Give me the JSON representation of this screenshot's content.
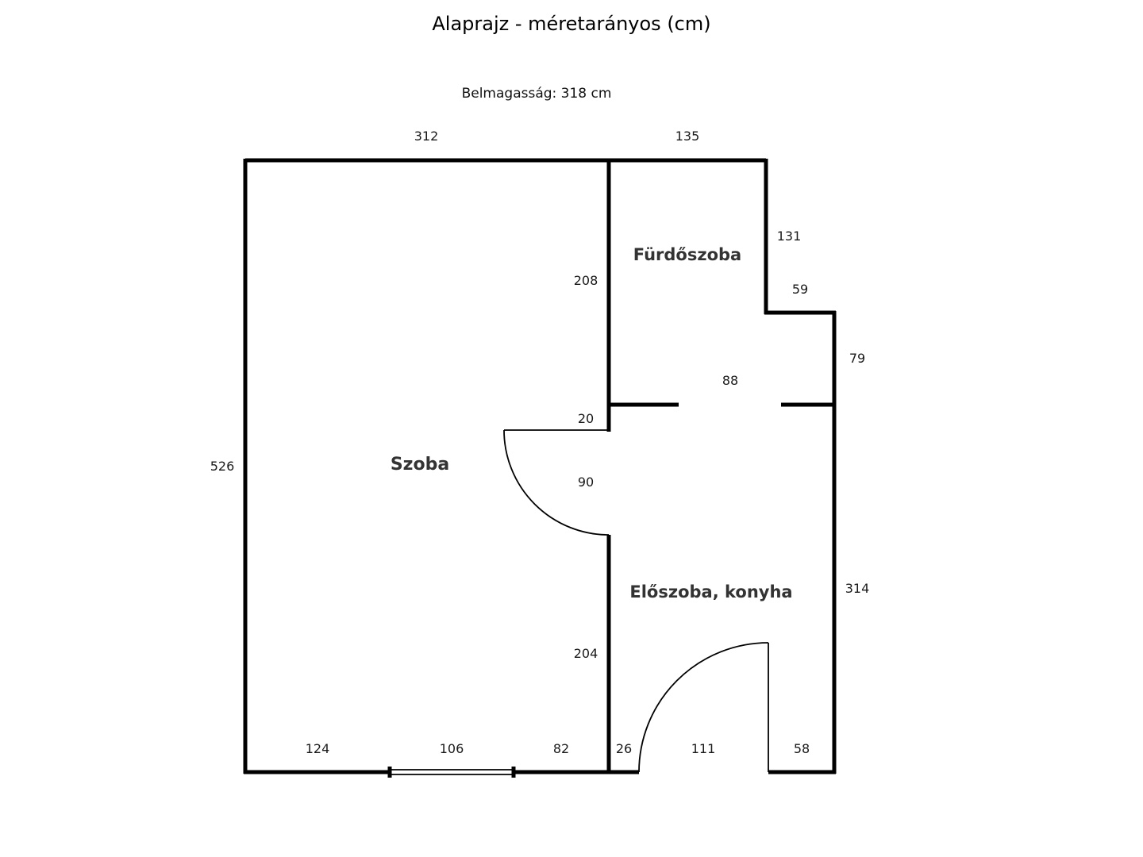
{
  "title": "Alaprajz - méretarányos (cm)",
  "ceiling_height": "Belmagasság: 318 cm",
  "rooms": {
    "szoba": "Szoba",
    "furdoszoba": "Fürdőszoba",
    "eloszoba": "Előszoba, konyha"
  },
  "dimensions": {
    "top_left_wall": "312",
    "top_right_wall": "135",
    "left_wall": "526",
    "bath_right_wall": "131",
    "notch_top": "59",
    "notch_right": "79",
    "right_wall": "314",
    "partition_upper": "208",
    "partition_stub": "20",
    "inner_door": "90",
    "partition_lower": "204",
    "bath_door": "88",
    "bottom_left": "124",
    "window": "106",
    "bottom_mid": "82",
    "bottom_stub": "26",
    "entry_door": "111",
    "bottom_right": "58"
  }
}
